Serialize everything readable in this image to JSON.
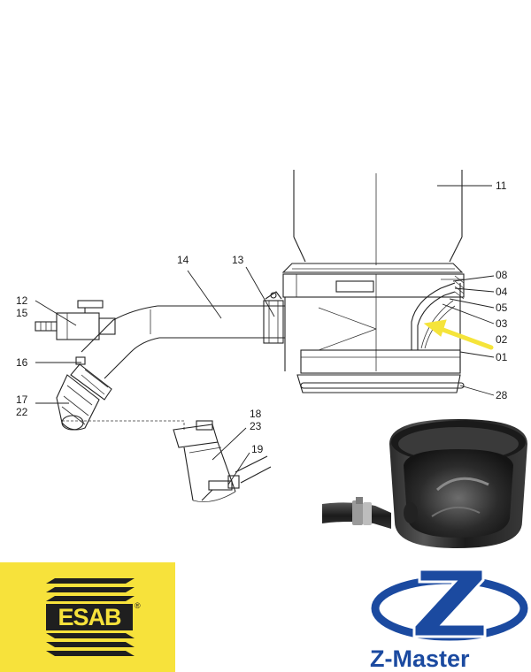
{
  "callouts": [
    {
      "id": "c11",
      "text": "11"
    },
    {
      "id": "c08",
      "text": "08"
    },
    {
      "id": "c04",
      "text": "04"
    },
    {
      "id": "c05",
      "text": "05"
    },
    {
      "id": "c03",
      "text": "03"
    },
    {
      "id": "c02",
      "text": "02"
    },
    {
      "id": "c01",
      "text": "01"
    },
    {
      "id": "c28",
      "text": "28"
    },
    {
      "id": "c14",
      "text": "14"
    },
    {
      "id": "c13",
      "text": "13"
    },
    {
      "id": "c12",
      "text": "12"
    },
    {
      "id": "c15",
      "text": "15"
    },
    {
      "id": "c16",
      "text": "16"
    },
    {
      "id": "c17",
      "text": "17"
    },
    {
      "id": "c22",
      "text": "22"
    },
    {
      "id": "c18",
      "text": "18"
    },
    {
      "id": "c23",
      "text": "23"
    },
    {
      "id": "c19",
      "text": "19"
    }
  ],
  "highlight_arrow": {
    "color": "#f5e43a",
    "points_to": "02"
  },
  "logos": {
    "esab": {
      "text": "ESAB",
      "registered": "®",
      "background": "#f7e23b",
      "ink": "#1f1f1f"
    },
    "zmaster": {
      "text": "Z-Master",
      "color": "#1b4aa0"
    }
  },
  "photo": {
    "subject": "black-rubber-sleeve-with-hose-clamp"
  }
}
